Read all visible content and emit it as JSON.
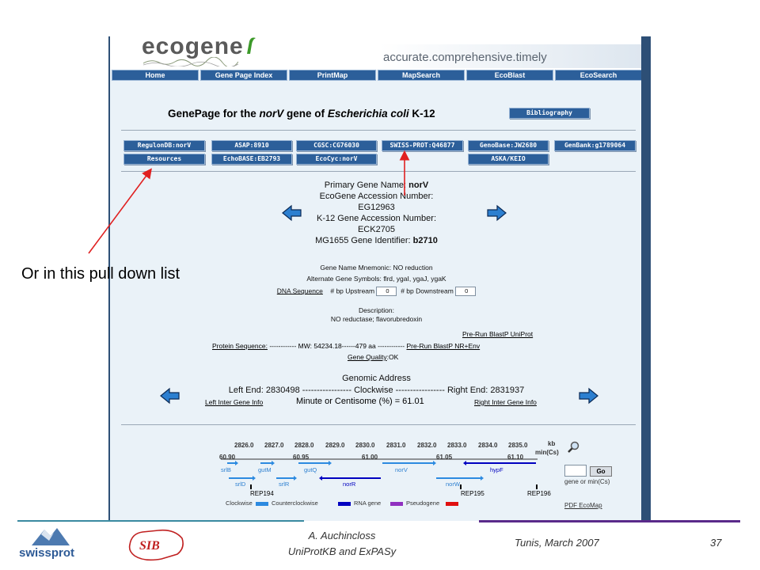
{
  "banner": {
    "logo_text": "ecogene",
    "tagline": "accurate.comprehensive.timely"
  },
  "nav": [
    "Home",
    "Gene Page Index",
    "PrintMap",
    "MapSearch",
    "EcoBlast",
    "EcoSearch"
  ],
  "title": {
    "prefix": "GenePage for the ",
    "gene": "norV",
    "middle": " gene of ",
    "organism": "Escherichia coli",
    "suffix": " K-12",
    "bibliography_button": "Bibliography"
  },
  "xrefs_row1": [
    "RegulonDB:norV",
    "ASAP:8910",
    "CGSC:CG76030",
    "SWISS-PROT:Q46877",
    "GenoBase:JW2680",
    "GenBank:g1789064"
  ],
  "xrefs_row2": [
    "Resources",
    "EchoBASE:EB2793",
    "EcoCyc:norV",
    "ASKA/KEIO"
  ],
  "identifiers": {
    "primary_label": "Primary Gene Name: ",
    "primary_value": "norV",
    "ecogene_acc_label": "EcoGene Accession Number:",
    "ecogene_acc": "EG12963",
    "k12_acc_label": "K-12 Gene Accession Number:",
    "k12_acc": "ECK2705",
    "mg1655_label": "MG1655 Gene Identifier: ",
    "mg1655_value": "b2710"
  },
  "details": {
    "mnemonic": "Gene Name Mnemonic: NO reduction",
    "alt_symbols": "Alternate Gene Symbols: flrd, ygaI, ygaJ, ygaK",
    "dna_sequence_link": "DNA Sequence",
    "bp_upstream_label": "# bp Upstream",
    "bp_upstream_value": "0",
    "bp_downstream_label": "# bp Downstream",
    "bp_downstream_value": "0",
    "description_label": "Description:",
    "description": "NO reductase; flavorubredoxin",
    "prerun_uniprot": "Pre-Run BlastP UniProt",
    "protein_sequence_link": "Protein Sequence:",
    "protein_info": "------------ MW: 54234.18------479 aa ------------",
    "prerun_nr": "Pre-Run BlastP NR+Env",
    "gene_quality_link": "Gene Quality",
    "gene_quality_value": ":OK"
  },
  "genomic": {
    "heading": "Genomic Address",
    "left_end": "Left End: 2830498 ----------------- Clockwise ----------------- Right End: 2831937",
    "left_inter": "Left Inter Gene Info",
    "centisome": "Minute or Centisome (%) = 61.01",
    "right_inter": "Right Inter Gene Info"
  },
  "map": {
    "kb_ticks": [
      "2826.0",
      "2827.0",
      "2828.0",
      "2829.0",
      "2830.0",
      "2831.0",
      "2832.0",
      "2833.0",
      "2834.0",
      "2835.0"
    ],
    "kb_label": "kb",
    "min_label": "min(Cs)",
    "min_ticks": [
      "60.90",
      "60.95",
      "61.00",
      "61.05",
      "61.10"
    ],
    "genes_top": [
      "srlB",
      "gutM",
      "gutQ",
      "norV",
      "hypF"
    ],
    "genes_bottom": [
      "srlD",
      "srlR",
      "norR",
      "norW"
    ],
    "reps": [
      "REP194",
      "REP195",
      "REP196"
    ],
    "legend": [
      "Clockwise",
      "Counterclockwise",
      "RNA gene",
      "Pseudogene"
    ],
    "go_button": "Go",
    "go_hint": "gene or min(Cs)",
    "pdf_link": "PDF EcoMap"
  },
  "slide": {
    "callout": "Or in this pull down list",
    "author": "A. Auchincloss",
    "course": "UniProtKB and ExPASy",
    "date": "Tunis, March 2007",
    "page": "37",
    "logo_left": "swissprot",
    "logo_sib": "SIB"
  },
  "colors": {
    "nav_blue": "#2c5f9a",
    "page_bg": "#eaf2f8",
    "clockwise": "#2c8ae0",
    "counterclockwise": "#0000c0",
    "rna": "#9030c0",
    "pseudogene": "#e01010",
    "annotation_red": "#e02020"
  }
}
